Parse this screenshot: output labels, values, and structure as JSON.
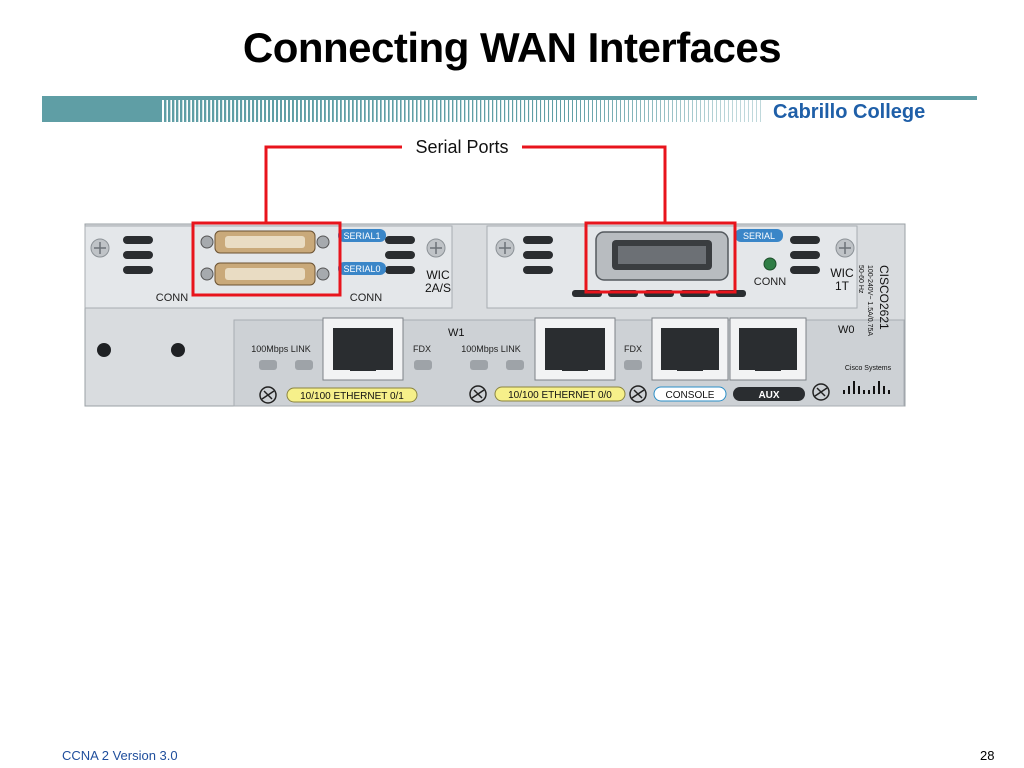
{
  "slide": {
    "title": "Connecting WAN Interfaces",
    "brand": "Cabrillo College",
    "footer_course": "CCNA 2 Version 3.0",
    "page_number": "28"
  },
  "diagram": {
    "callout_label": "Serial Ports",
    "serial1": "SERIAL1",
    "serial0": "SERIAL0",
    "serial": "SERIAL",
    "conn": "CONN",
    "wic_2as": [
      "WIC",
      "2A/S"
    ],
    "wic_1t": [
      "WIC",
      "1T"
    ],
    "w1": "W1",
    "w0": "W0",
    "link_labels": "100Mbps LINK",
    "fdx": "FDX",
    "eth01": "10/100 ETHERNET 0/1",
    "eth00": "10/100 ETHERNET 0/0",
    "console": "CONSOLE",
    "aux": "AUX",
    "model": "CISCO2621",
    "rating_line1": "100-240V~ 1.5A/0.75A",
    "rating_line2": "50-60 Hz",
    "vendor": "Cisco Systems",
    "colors": {
      "highlight": "#e8141c",
      "chassis": "#d9dcdf",
      "panel": "#c4c8cc",
      "serial_badge": "#3a86c8",
      "eth_badge": "#f6f08a",
      "banner_teal": "#5f9ea5"
    }
  }
}
